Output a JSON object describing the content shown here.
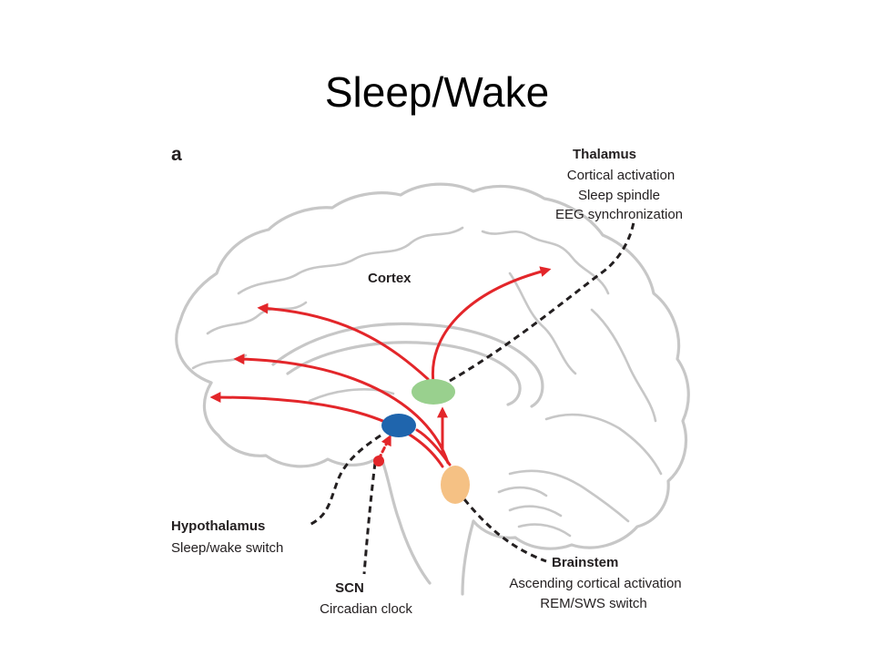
{
  "title": "Sleep/Wake",
  "panel_label": "a",
  "regions": {
    "cortex": {
      "name": "Cortex"
    },
    "thalamus": {
      "name": "Thalamus",
      "functions": [
        "Cortical activation",
        "Sleep spindle",
        "EEG synchronization"
      ],
      "color": "#99d08e"
    },
    "hypothalamus": {
      "name": "Hypothalamus",
      "functions": [
        "Sleep/wake switch"
      ],
      "color": "#1f65ad"
    },
    "scn": {
      "name": "SCN",
      "functions": [
        "Circadian clock"
      ],
      "color": "#e3262a"
    },
    "brainstem": {
      "name": "Brainstem",
      "functions": [
        "Ascending cortical activation",
        "REM/SWS switch"
      ],
      "color": "#f5c184"
    }
  },
  "colors": {
    "arrow": "#e3262a",
    "brain_outline": "#c7c7c7",
    "leader_line": "#231f20"
  }
}
